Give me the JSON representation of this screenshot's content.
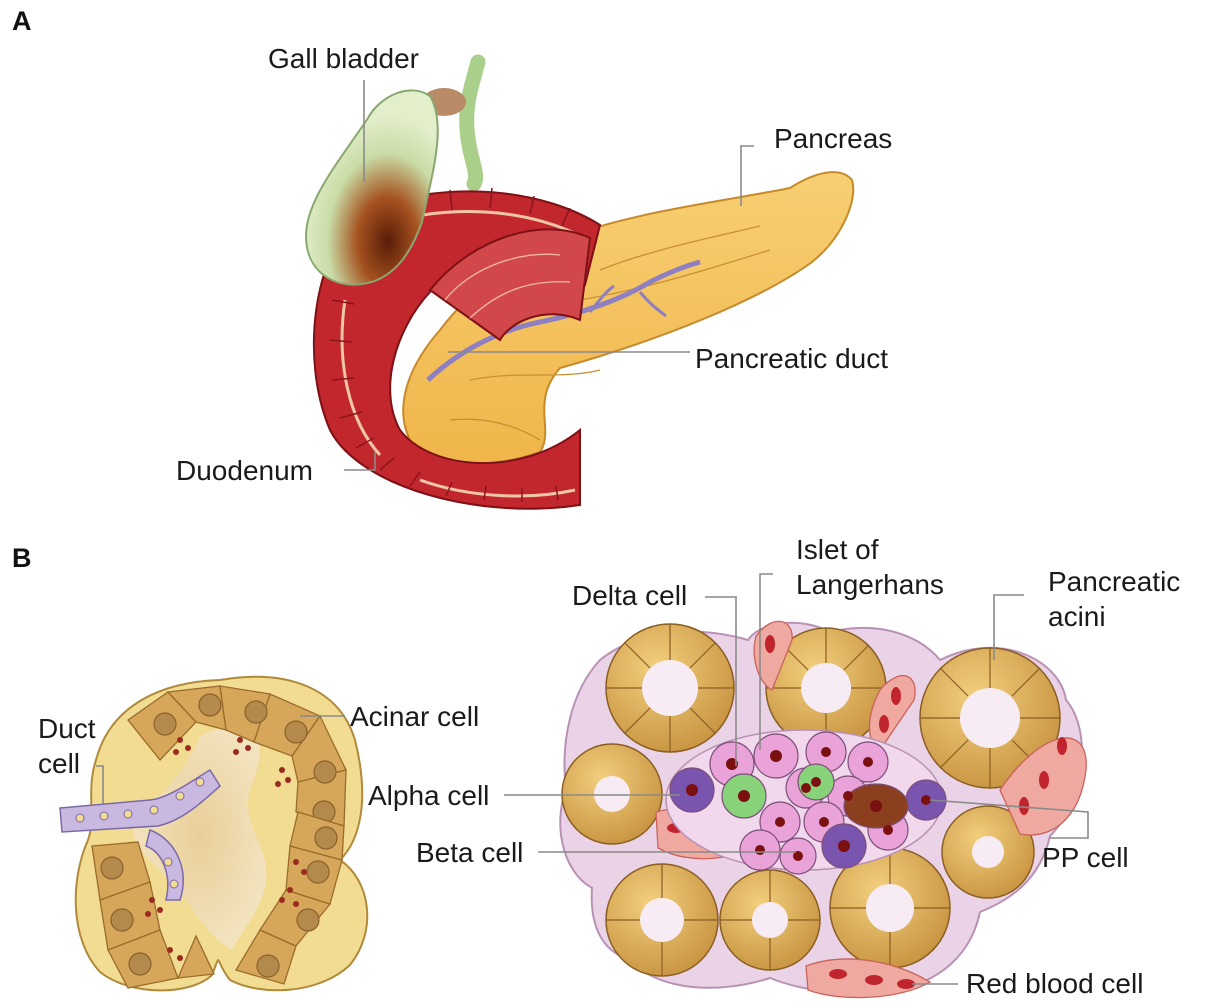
{
  "panels": {
    "a": "A",
    "b": "B"
  },
  "labels": {
    "gall_bladder": "Gall bladder",
    "pancreas": "Pancreas",
    "pancreatic_duct": "Pancreatic duct",
    "duodenum": "Duodenum",
    "islet_line1": "Islet of",
    "islet_line2": "Langerhans",
    "delta_cell": "Delta cell",
    "pancreatic_acini_line1": "Pancreatic",
    "pancreatic_acini_line2": "acini",
    "duct_cell_line1": "Duct",
    "duct_cell_line2": "cell",
    "acinar_cell": "Acinar cell",
    "alpha_cell": "Alpha cell",
    "beta_cell": "Beta cell",
    "pp_cell": "PP cell",
    "red_blood_cell": "Red blood cell"
  }
}
